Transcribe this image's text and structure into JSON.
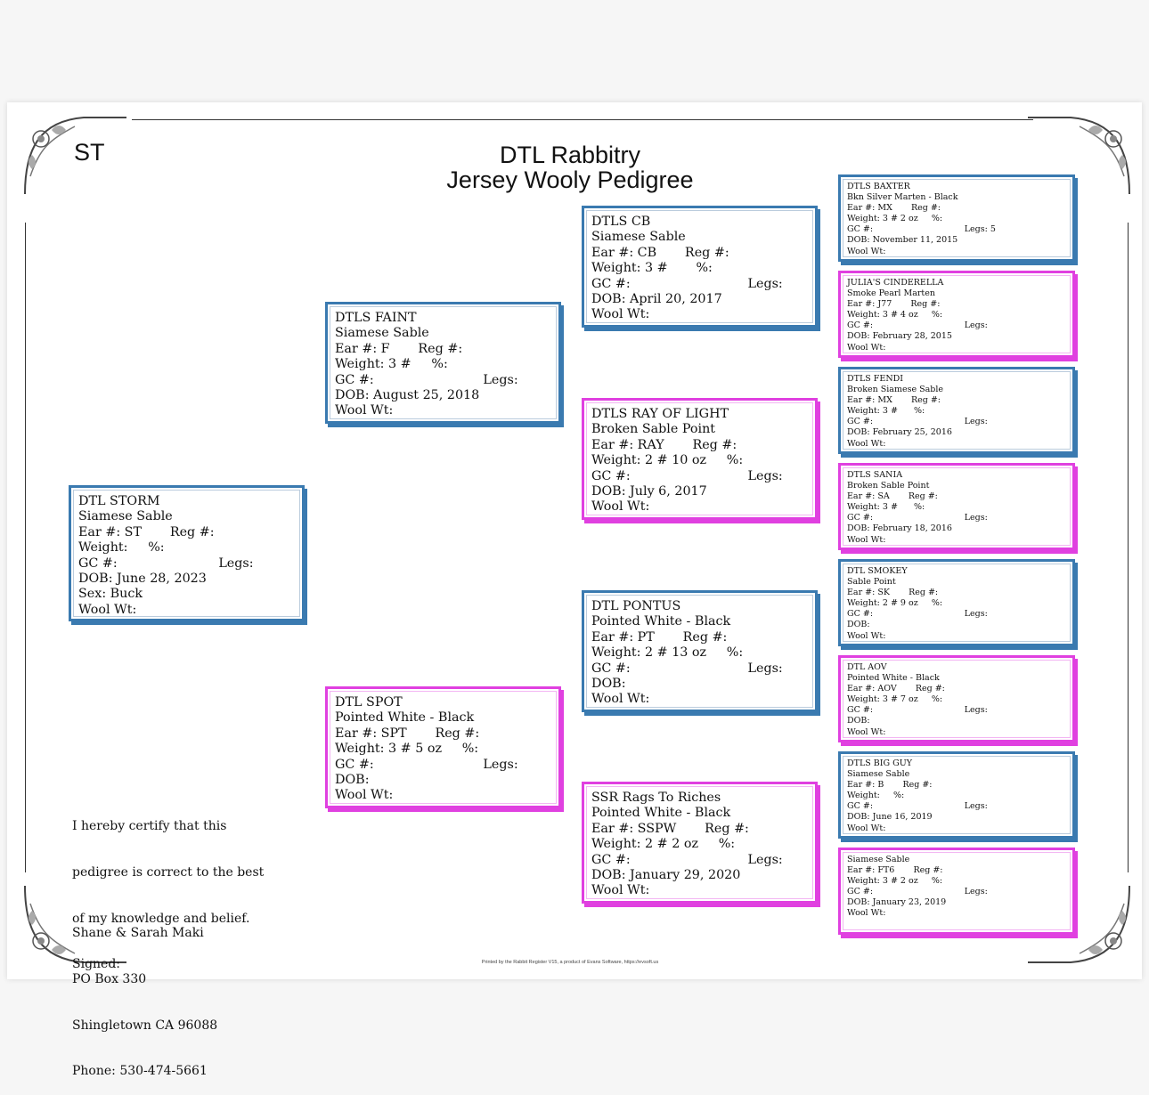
{
  "header": {
    "ear_code": "ST",
    "title_line1": "DTL Rabbitry",
    "title_line2": "Jersey Wooly Pedigree"
  },
  "animals": {
    "subject": {
      "color": "blue",
      "lines": [
        "DTL STORM",
        "Siamese Sable",
        "Ear #: ST       Reg #:",
        "Weight:     %:",
        "GC #:                         Legs:",
        "DOB: June 28, 2023",
        "Sex: Buck",
        "Wool Wt:"
      ]
    },
    "sire": {
      "color": "blue",
      "lines": [
        "DTLS FAINT",
        "Siamese Sable",
        "Ear #: F       Reg #:",
        "Weight: 3 #     %:",
        "GC #:                           Legs:",
        "DOB: August 25, 2018",
        "Wool Wt:"
      ]
    },
    "dam": {
      "color": "pink",
      "lines": [
        "DTL SPOT",
        "Pointed White - Black",
        "Ear #: SPT       Reg #:",
        "Weight: 3 # 5 oz     %:",
        "GC #:                           Legs:",
        "DOB:",
        "Wool Wt:"
      ]
    },
    "sire_sire": {
      "color": "blue",
      "lines": [
        "DTLS CB",
        "Siamese Sable",
        "Ear #: CB       Reg #:",
        "Weight: 3 #       %:",
        "GC #:                             Legs:",
        "DOB: April 20, 2017",
        "Wool Wt:"
      ]
    },
    "sire_dam": {
      "color": "pink",
      "lines": [
        "DTLS RAY OF LIGHT",
        "Broken Sable Point",
        "Ear #: RAY       Reg #:",
        "Weight: 2 # 10 oz     %:",
        "GC #:                             Legs:",
        "DOB: July 6, 2017",
        "Wool Wt:"
      ]
    },
    "dam_sire": {
      "color": "blue",
      "lines": [
        "DTL PONTUS",
        "Pointed White - Black",
        "Ear #: PT       Reg #:",
        "Weight: 2 # 13 oz     %:",
        "GC #:                             Legs:",
        "DOB:",
        "Wool Wt:"
      ]
    },
    "dam_dam": {
      "color": "pink",
      "lines": [
        "SSR Rags To Riches",
        "Pointed White - Black",
        "Ear #: SSPW       Reg #:",
        "Weight: 2 # 2 oz     %:",
        "GC #:                             Legs:",
        "DOB: January 29, 2020",
        "Wool Wt:"
      ]
    },
    "gg1": {
      "color": "blue",
      "lines": [
        "DTLS BAXTER",
        "Bkn Silver Marten - Black",
        "Ear #: MX       Reg #:",
        "Weight: 3 # 2 oz     %:",
        "GC #:                                  Legs: 5",
        "DOB: November 11, 2015",
        "Wool Wt:"
      ]
    },
    "gg2": {
      "color": "pink",
      "lines": [
        "JULIA'S CINDERELLA",
        "Smoke Pearl Marten",
        "Ear #: J77       Reg #:",
        "Weight: 3 # 4 oz     %:",
        "GC #:                                  Legs:",
        "DOB: February 28, 2015",
        "Wool Wt:"
      ]
    },
    "gg3": {
      "color": "blue",
      "lines": [
        "DTLS FENDI",
        "Broken Siamese Sable",
        "Ear #: MX       Reg #:",
        "Weight: 3 #      %:",
        "GC #:                                  Legs:",
        "DOB: February 25, 2016",
        "Wool Wt:"
      ]
    },
    "gg4": {
      "color": "pink",
      "lines": [
        "DTLS SANIA",
        "Broken Sable Point",
        "Ear #: SA       Reg #:",
        "Weight: 3 #      %:",
        "GC #:                                  Legs:",
        "DOB: February 18, 2016",
        "Wool Wt:"
      ]
    },
    "gg5": {
      "color": "blue",
      "lines": [
        "DTL SMOKEY",
        "Sable Point",
        "Ear #: SK       Reg #:",
        "Weight: 2 # 9 oz     %:",
        "GC #:                                  Legs:",
        "DOB:",
        "Wool Wt:"
      ]
    },
    "gg6": {
      "color": "pink",
      "lines": [
        "DTL AOV",
        "Pointed White - Black",
        "Ear #: AOV       Reg #:",
        "Weight: 3 # 7 oz     %:",
        "GC #:                                  Legs:",
        "DOB:",
        "Wool Wt:"
      ]
    },
    "gg7": {
      "color": "blue",
      "lines": [
        "DTLS BIG GUY",
        "Siamese Sable",
        "Ear #: B       Reg #:",
        "Weight:     %:",
        "GC #:                                  Legs:",
        "DOB: June 16, 2019",
        "Wool Wt:"
      ]
    },
    "gg8": {
      "color": "pink",
      "lines": [
        "Siamese Sable",
        "Ear #: FT6       Reg #:",
        "Weight: 3 # 2 oz     %:",
        "GC #:                                  Legs:",
        "DOB: January 23, 2019",
        "Wool Wt:"
      ]
    }
  },
  "certification": [
    "I hereby certify that this",
    "pedigree is correct to the best",
    "of my knowledge and belief.",
    "Signed:"
  ],
  "owner": [
    "Shane & Sarah Maki",
    "PO Box 330",
    "Shingletown CA 96088",
    "Phone: 530-474-5661"
  ],
  "footer": "Printed by the Rabbit Register V15, a product of Evans Software, https://evsoft.us",
  "colors": {
    "buck": "#3a7ab0",
    "doe": "#e040e0"
  }
}
